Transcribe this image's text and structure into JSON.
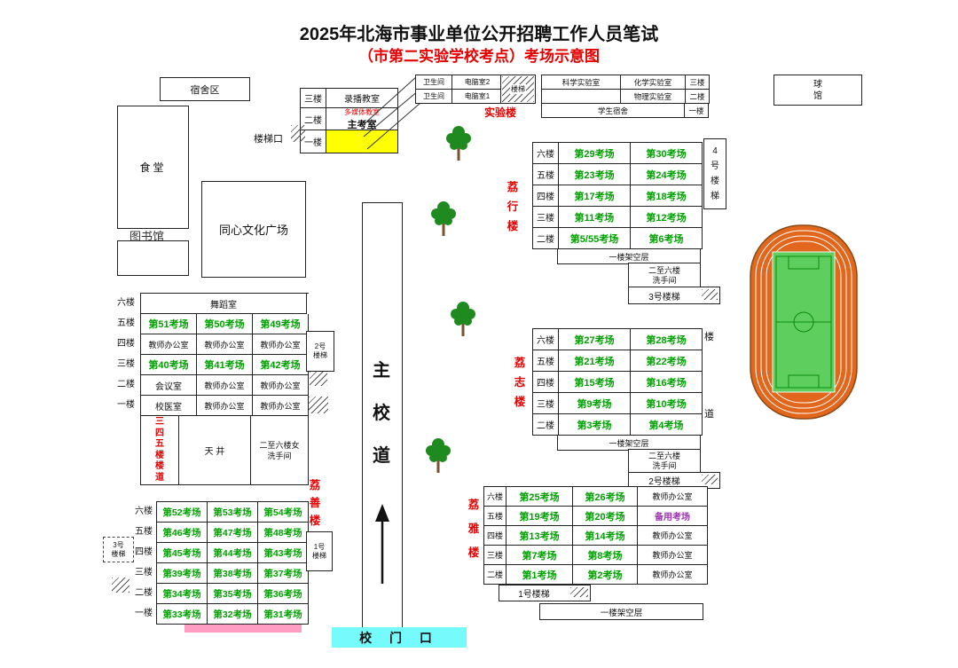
{
  "title": {
    "line1": "2025年北海市事业单位公开招聘工作人员笔试",
    "line2": "（市第二实验学校考点）考场示意图"
  },
  "colors": {
    "exam_green": "#00a000",
    "building_red": "#e60000",
    "reserve_purple": "#9b30b0",
    "highlight_yellow": "#ffff00",
    "gate_cyan": "#76fbfc",
    "pink_bar": "#ff9dc3",
    "track_orange": "#e2671d",
    "field_green": "#5ecf5e"
  },
  "landmarks": {
    "dorm_area": "宿舍区",
    "canteen": "食堂",
    "library": "图书馆",
    "plaza": "同心文化广场",
    "ball_hall": "球馆",
    "stair_entrance": "楼梯口",
    "main_road": "主校道",
    "gate": "校 门 口"
  },
  "recording_building": {
    "rows": [
      {
        "floor": "三楼",
        "room": "录播教室"
      },
      {
        "floor": "二楼",
        "room_line1": "多媒体教室",
        "room_line2": "主考室"
      },
      {
        "floor": "一楼",
        "room": ""
      }
    ]
  },
  "experiment_building": {
    "name": "实验楼",
    "toilet_top": "卫生间",
    "computer2": "电脑室2",
    "toilet_bottom": "卫生间",
    "computer1": "电脑室1",
    "stairs": "楼梯",
    "science_lab": "科学实验室",
    "chem_lab": "化学实验室",
    "physics_lab": "物理实验室",
    "student_dorm": "学生宿舍",
    "floor3": "三楼",
    "floor2": "二楼",
    "floor1": "一楼"
  },
  "lixing": {
    "name": "荔行楼",
    "stair4": "4号楼梯",
    "floors": [
      {
        "floor": "六楼",
        "room1": "第29考场",
        "room2": "第30考场"
      },
      {
        "floor": "五楼",
        "room1": "第23考场",
        "room2": "第24考场"
      },
      {
        "floor": "四楼",
        "room1": "第17考场",
        "room2": "第18考场"
      },
      {
        "floor": "三楼",
        "room1": "第11考场",
        "room2": "第12考场"
      },
      {
        "floor": "二楼",
        "room1": "第5/55考场",
        "room2": "第6考场"
      }
    ],
    "ground": "一楼架空层",
    "washroom_l1": "二至六楼",
    "washroom_l2": "洗手间",
    "stair3": "3号楼梯"
  },
  "lizhi": {
    "name": "荔志楼",
    "corridor_top": "楼",
    "corridor_bottom": "道",
    "floors": [
      {
        "floor": "六楼",
        "room1": "第27考场",
        "room2": "第28考场"
      },
      {
        "floor": "五楼",
        "room1": "第21考场",
        "room2": "第22考场"
      },
      {
        "floor": "四楼",
        "room1": "第15考场",
        "room2": "第16考场"
      },
      {
        "floor": "三楼",
        "room1": "第9考场",
        "room2": "第10考场"
      },
      {
        "floor": "二楼",
        "room1": "第3考场",
        "room2": "第4考场"
      }
    ],
    "ground": "一楼架空层",
    "washroom_l1": "二至六楼",
    "washroom_l2": "洗手间",
    "stair2": "2号楼梯"
  },
  "liya": {
    "name": "荔雅楼",
    "floors": [
      {
        "floor": "六楼",
        "room1": "第25考场",
        "room2": "第26考场",
        "room3": "教师办公室"
      },
      {
        "floor": "五楼",
        "room1": "第19考场",
        "room2": "第20考场",
        "room3": "备用考场"
      },
      {
        "floor": "四楼",
        "room1": "第13考场",
        "room2": "第14考场",
        "room3": "教师办公室"
      },
      {
        "floor": "三楼",
        "room1": "第7考场",
        "room2": "第8考场",
        "room3": "教师办公室"
      },
      {
        "floor": "二楼",
        "room1": "第1考场",
        "room2": "第2考场",
        "room3": "教师办公室"
      }
    ],
    "stair1": "1号楼梯",
    "ground": "一楼架空层"
  },
  "lishan": {
    "name": "荔善楼",
    "upper": [
      {
        "floor": "六楼",
        "r1": "舞蹈室"
      },
      {
        "floor": "五楼",
        "r1": "第51考场",
        "r2": "第50考场",
        "r3": "第49考场"
      },
      {
        "floor": "四楼",
        "r1": "教师办公室",
        "r2": "教师办公室",
        "r3": "教师办公室"
      },
      {
        "floor": "三楼",
        "r1": "第40考场",
        "r2": "第41考场",
        "r3": "第42考场"
      },
      {
        "floor": "二楼",
        "r1": "会议室",
        "r2": "教师办公室",
        "r3": "教师办公室"
      },
      {
        "floor": "一楼",
        "r1": "校医室",
        "r2": "教师办公室",
        "r3": "教师办公室"
      }
    ],
    "stair2_l1": "2号",
    "stair2_l2": "楼梯",
    "corridor": "三四五楼楼道",
    "courtyard": "天 井",
    "washroom_l1": "二至六楼女",
    "washroom_l2": "洗手间",
    "lower": [
      {
        "floor": "六楼",
        "r1": "第52考场",
        "r2": "第53考场",
        "r3": "第54考场"
      },
      {
        "floor": "五楼",
        "r1": "第46考场",
        "r2": "第47考场",
        "r3": "第48考场"
      },
      {
        "floor": "四楼",
        "r1": "第45考场",
        "r2": "第44考场",
        "r3": "第43考场"
      },
      {
        "floor": "三楼",
        "r1": "第39考场",
        "r2": "第38考场",
        "r3": "第37考场"
      },
      {
        "floor": "二楼",
        "r1": "第34考场",
        "r2": "第35考场",
        "r3": "第36考场"
      },
      {
        "floor": "一楼",
        "r1": "第33考场",
        "r2": "第32考场",
        "r3": "第31考场"
      }
    ],
    "stair3_l1": "3号",
    "stair3_l2": "楼梯",
    "stair1_l1": "1号",
    "stair1_l2": "楼梯"
  }
}
